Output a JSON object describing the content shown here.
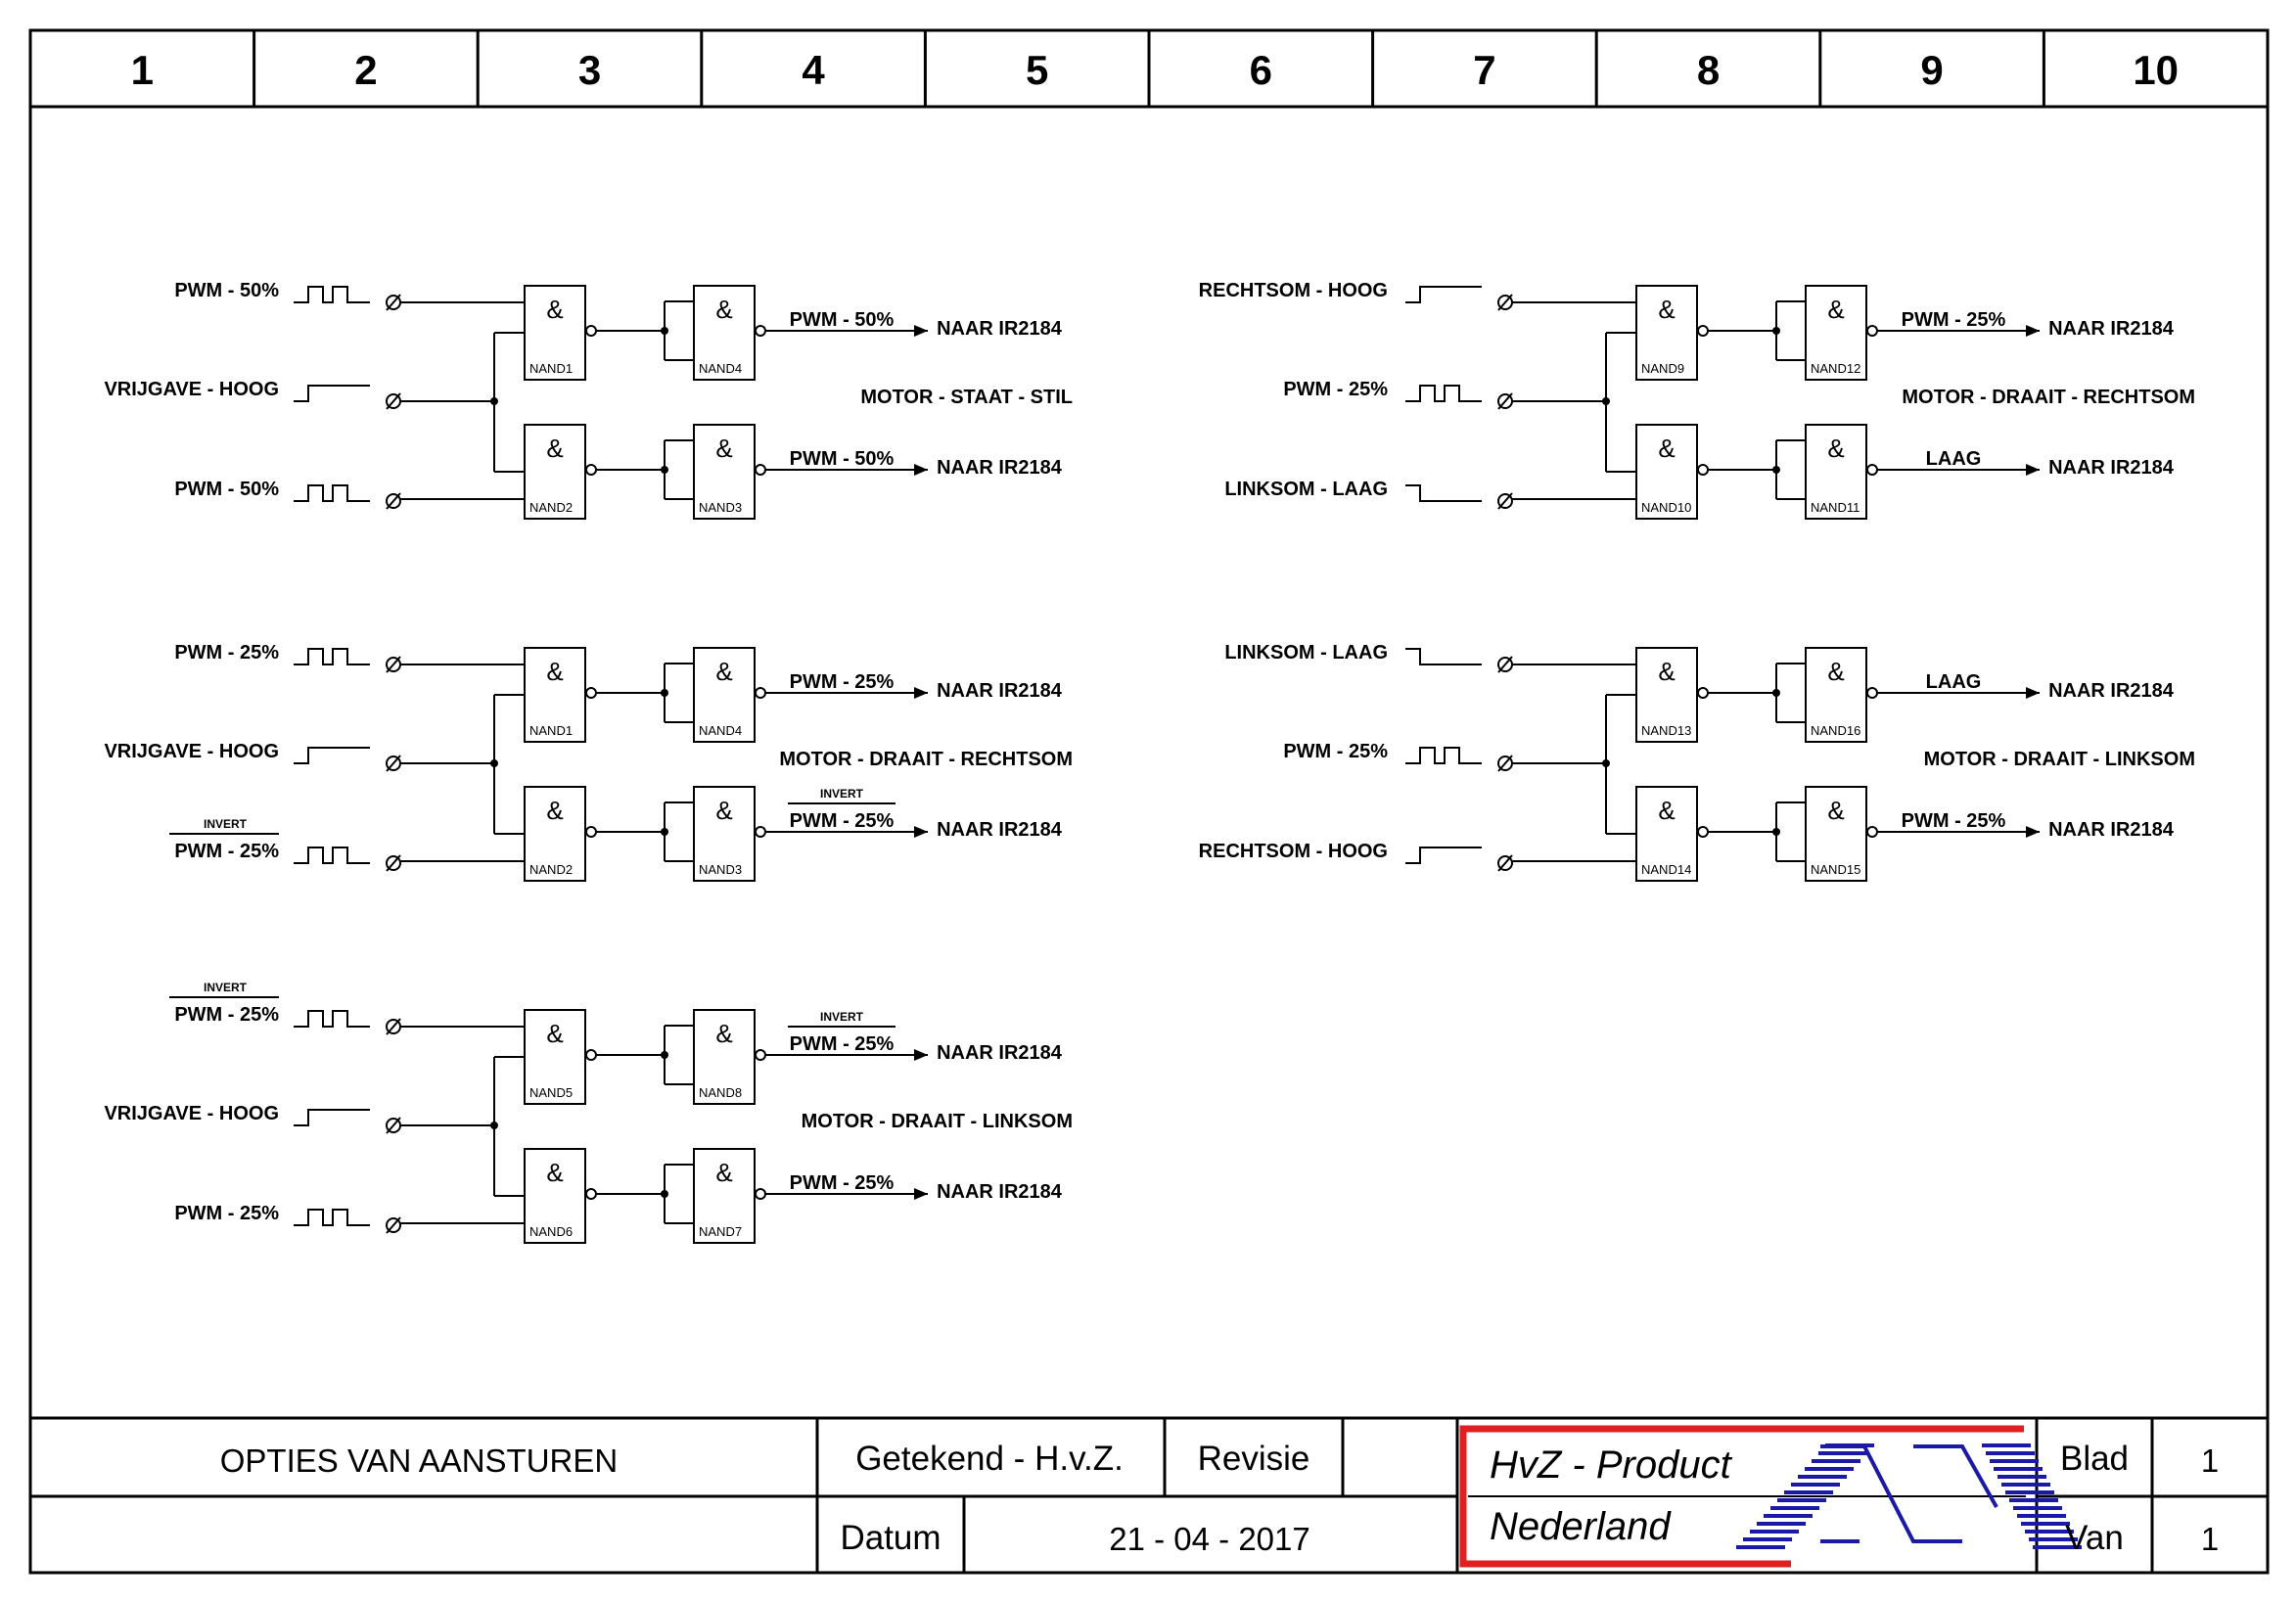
{
  "header": {
    "columns": [
      "1",
      "2",
      "3",
      "4",
      "5",
      "6",
      "7",
      "8",
      "9",
      "10"
    ]
  },
  "terminal_symbol": "Ø",
  "nand_symbol": "&",
  "sections": [
    {
      "inputs": [
        {
          "label": "PWM - 50%",
          "signal": "pulse"
        },
        {
          "label": "VRIJGAVE - HOOG",
          "signal": "high"
        },
        {
          "label": "PWM - 50%",
          "signal": "pulse"
        }
      ],
      "gates": {
        "a": "NAND1",
        "b": "NAND4",
        "c": "NAND2",
        "d": "NAND3"
      },
      "output_top": {
        "signal": "PWM - 50%",
        "dest": "NAAR IR2184"
      },
      "output_bottom": {
        "signal": "PWM - 50%",
        "dest": "NAAR IR2184"
      },
      "state": "MOTOR - STAAT - STIL"
    },
    {
      "inputs": [
        {
          "label": "PWM - 25%",
          "signal": "pulse"
        },
        {
          "label": "VRIJGAVE - HOOG",
          "signal": "high"
        },
        {
          "label": "PWM - 25%",
          "signal": "pulse",
          "note": "INVERT"
        }
      ],
      "gates": {
        "a": "NAND1",
        "b": "NAND4",
        "c": "NAND2",
        "d": "NAND3"
      },
      "output_top": {
        "signal": "PWM - 25%",
        "dest": "NAAR IR2184"
      },
      "output_bottom": {
        "signal": "PWM - 25%",
        "dest": "NAAR IR2184",
        "note": "INVERT"
      },
      "state": "MOTOR - DRAAIT - RECHTSOM"
    },
    {
      "inputs": [
        {
          "label": "PWM - 25%",
          "signal": "pulse",
          "note": "INVERT"
        },
        {
          "label": "VRIJGAVE - HOOG",
          "signal": "high"
        },
        {
          "label": "PWM - 25%",
          "signal": "pulse"
        }
      ],
      "gates": {
        "a": "NAND5",
        "b": "NAND8",
        "c": "NAND6",
        "d": "NAND7"
      },
      "output_top": {
        "signal": "PWM - 25%",
        "dest": "NAAR IR2184",
        "note": "INVERT"
      },
      "output_bottom": {
        "signal": "PWM - 25%",
        "dest": "NAAR IR2184"
      },
      "state": "MOTOR - DRAAIT - LINKSOM"
    },
    {
      "inputs": [
        {
          "label": "RECHTSOM - HOOG",
          "signal": "high"
        },
        {
          "label": "PWM - 25%",
          "signal": "pulse"
        },
        {
          "label": "LINKSOM - LAAG",
          "signal": "low"
        }
      ],
      "gates": {
        "a": "NAND9",
        "b": "NAND12",
        "c": "NAND10",
        "d": "NAND11"
      },
      "output_top": {
        "signal": "PWM - 25%",
        "dest": "NAAR IR2184"
      },
      "output_bottom": {
        "signal": "LAAG",
        "dest": "NAAR IR2184"
      },
      "state": "MOTOR - DRAAIT - RECHTSOM"
    },
    {
      "inputs": [
        {
          "label": "LINKSOM - LAAG",
          "signal": "low"
        },
        {
          "label": "PWM - 25%",
          "signal": "pulse"
        },
        {
          "label": "RECHTSOM - HOOG",
          "signal": "high"
        }
      ],
      "gates": {
        "a": "NAND13",
        "b": "NAND16",
        "c": "NAND14",
        "d": "NAND15"
      },
      "output_top": {
        "signal": "LAAG",
        "dest": "NAAR IR2184"
      },
      "output_bottom": {
        "signal": "PWM - 25%",
        "dest": "NAAR IR2184"
      },
      "state": "MOTOR - DRAAIT - LINKSOM"
    }
  ],
  "title_block": {
    "title": "OPTIES VAN AANSTUREN",
    "drawn_by": "Getekend - H.v.Z.",
    "revision_label": "Revisie",
    "revision_value": "",
    "date_label": "Datum",
    "date_value": "21 - 04 - 2017",
    "company_line1": "HvZ - Product",
    "company_line2": "Nederland",
    "sheet_label": "Blad",
    "sheet_value": "1",
    "of_label": "Van",
    "of_value": "1"
  },
  "colors": {
    "line": "#000000",
    "logo_frame": "#e02020",
    "logo_lines": "#1a1aa6"
  }
}
